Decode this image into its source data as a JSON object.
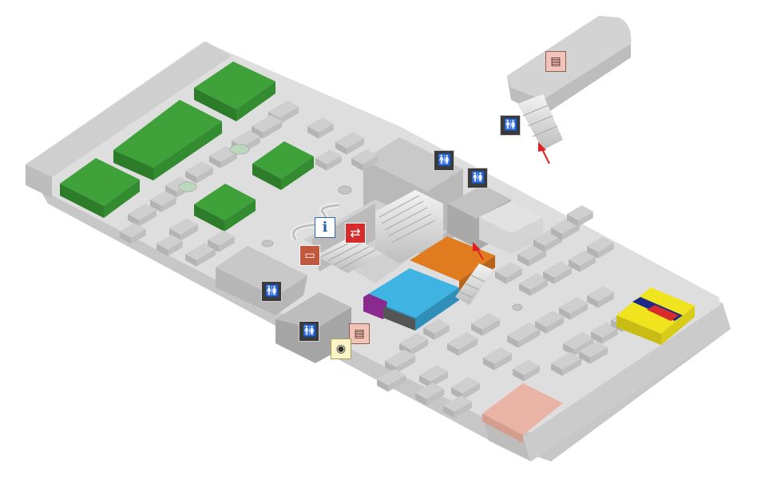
{
  "map": {
    "colors": {
      "floor_top": "#dcdcdc",
      "floor_side": "#c4c4c4",
      "block_top": "#cfcfcf",
      "block_side": "#b3b3b3",
      "green": "#3ea13a",
      "green_dark": "#2d7c2a",
      "orange": "#e07c1f",
      "blue": "#3fb3e2",
      "purple": "#8a2a8f",
      "yellow": "#f0e41e",
      "pink_zone": "#e9b4a5",
      "red_arrow": "#e02020",
      "dark_gray": "#a7a7a7"
    },
    "poi_icons": [
      {
        "name": "restroom-icon-upper-annex",
        "type": "restroom",
        "glyph": "🚻"
      },
      {
        "name": "restroom-icon-center",
        "type": "restroom",
        "glyph": "🚻"
      },
      {
        "name": "restroom-icon-center-right",
        "type": "restroom",
        "glyph": "🚻"
      },
      {
        "name": "restroom-icon-left",
        "type": "restroom",
        "glyph": "🚻"
      },
      {
        "name": "restroom-icon-bottom",
        "type": "restroom",
        "glyph": "🚻"
      },
      {
        "name": "information-icon",
        "type": "information",
        "glyph": "i"
      },
      {
        "name": "exchange-icon",
        "type": "exchange",
        "glyph": "⇄"
      },
      {
        "name": "presentation-screen-icon",
        "type": "screen",
        "glyph": "▭"
      },
      {
        "name": "document-icon-annex",
        "type": "document",
        "glyph": "▤"
      },
      {
        "name": "document-icon-bottom",
        "type": "document",
        "glyph": "▤"
      },
      {
        "name": "viewing-icon",
        "type": "viewing",
        "glyph": "◉"
      }
    ]
  }
}
